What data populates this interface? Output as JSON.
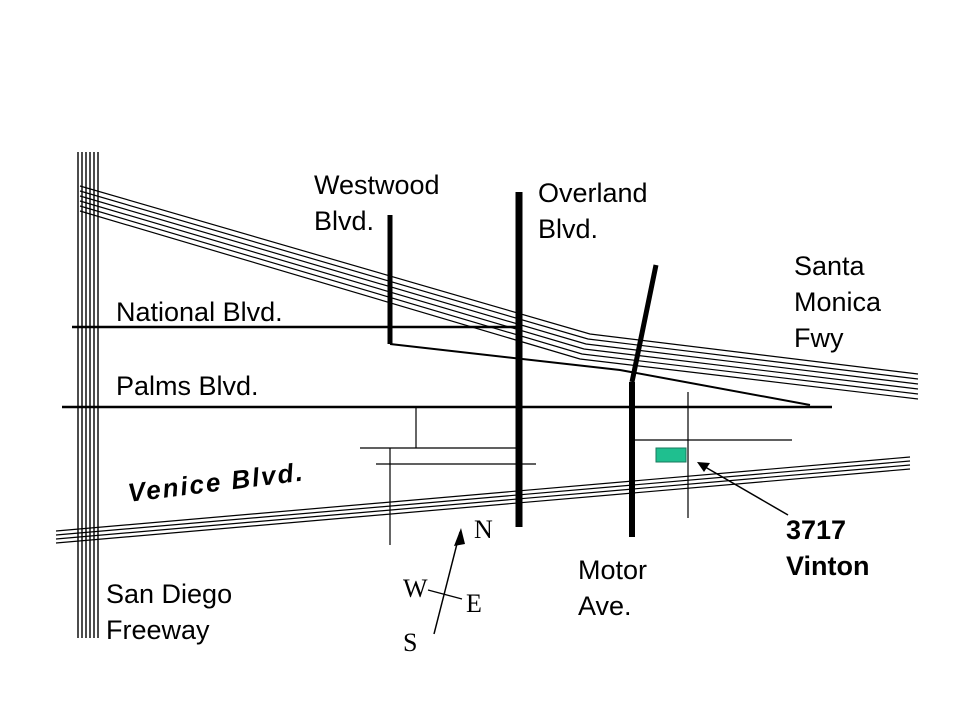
{
  "labels": {
    "westwood": [
      "Westwood",
      "Blvd."
    ],
    "overland": [
      "Overland",
      "Blvd."
    ],
    "santa_monica": [
      "Santa",
      "Monica",
      "Fwy"
    ],
    "national": "National Blvd.",
    "palms": "Palms Blvd.",
    "venice": "Venice Blvd.",
    "san_diego": [
      "San Diego",
      "Freeway"
    ],
    "motor": [
      "Motor",
      "Ave."
    ],
    "address": [
      "3717",
      "Vinton"
    ]
  },
  "compass": {
    "n": "N",
    "w": "W",
    "e": "E",
    "s": "S"
  },
  "colors": {
    "marker": "#1fbf8f",
    "ink": "#000000",
    "background": "#ffffff"
  }
}
